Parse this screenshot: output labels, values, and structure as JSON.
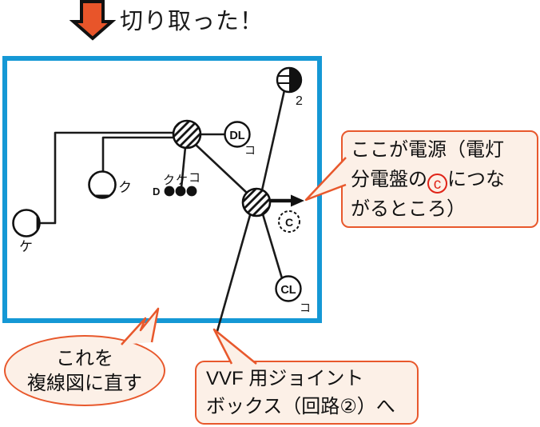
{
  "header": {
    "arrow_label": "切り取った！"
  },
  "diagram": {
    "labels": {
      "lamp_right": "ク",
      "lamp_left": "ケ",
      "d_label": "D",
      "dots": [
        "ク",
        "ケ",
        "コ"
      ],
      "downlight": "DL",
      "downlight_ko": "コ",
      "ceiling_light": "CL",
      "ceiling_light_ko": "コ",
      "lamp2_count": "2",
      "power_terminal": "C"
    }
  },
  "callouts": {
    "power": {
      "line1": "ここが電源（電灯",
      "line2_pre": "分電盤の",
      "circled_c": "c",
      "line2_post": "につな",
      "line3": "がるところ）"
    },
    "redraw": {
      "line1": "これを",
      "line2": "複線図に直す"
    },
    "vvf": {
      "line1": "VVF 用ジョイント",
      "line2": "ボックス（回路②）へ"
    }
  },
  "colors": {
    "frame_blue": "#1598d5",
    "accent_orange": "#e8582c",
    "callout_fill": "#fcf0e7",
    "circled_c_red": "#e02418",
    "ink": "#1a1a1a"
  }
}
